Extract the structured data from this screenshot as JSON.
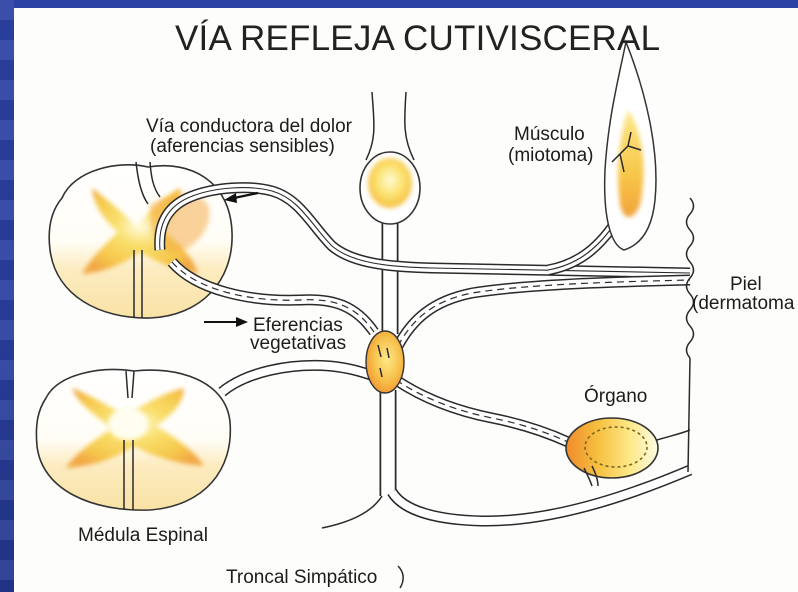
{
  "title": "VÍA REFLEJA CUTIVISCERAL",
  "labels": {
    "pain_pathway": "Vía conductora del dolor",
    "pain_pathway_sub": "(aferencias sensibles)",
    "muscle": "Músculo",
    "muscle_sub": "(miotoma)",
    "skin": "Piel",
    "skin_sub": "(dermatoma",
    "efferent": "Eferencias",
    "efferent_sub": "vegetativas",
    "organ": "Órgano",
    "spinal_cord": "Médula Espinal",
    "sympathetic_trunk": "Troncal Simpático"
  },
  "colors": {
    "slide_background": "#2c42a4",
    "panel": "#fdfdfb",
    "yellow": "#f9df6c",
    "orange": "#f08a2c",
    "ink": "#2a2a2a"
  }
}
